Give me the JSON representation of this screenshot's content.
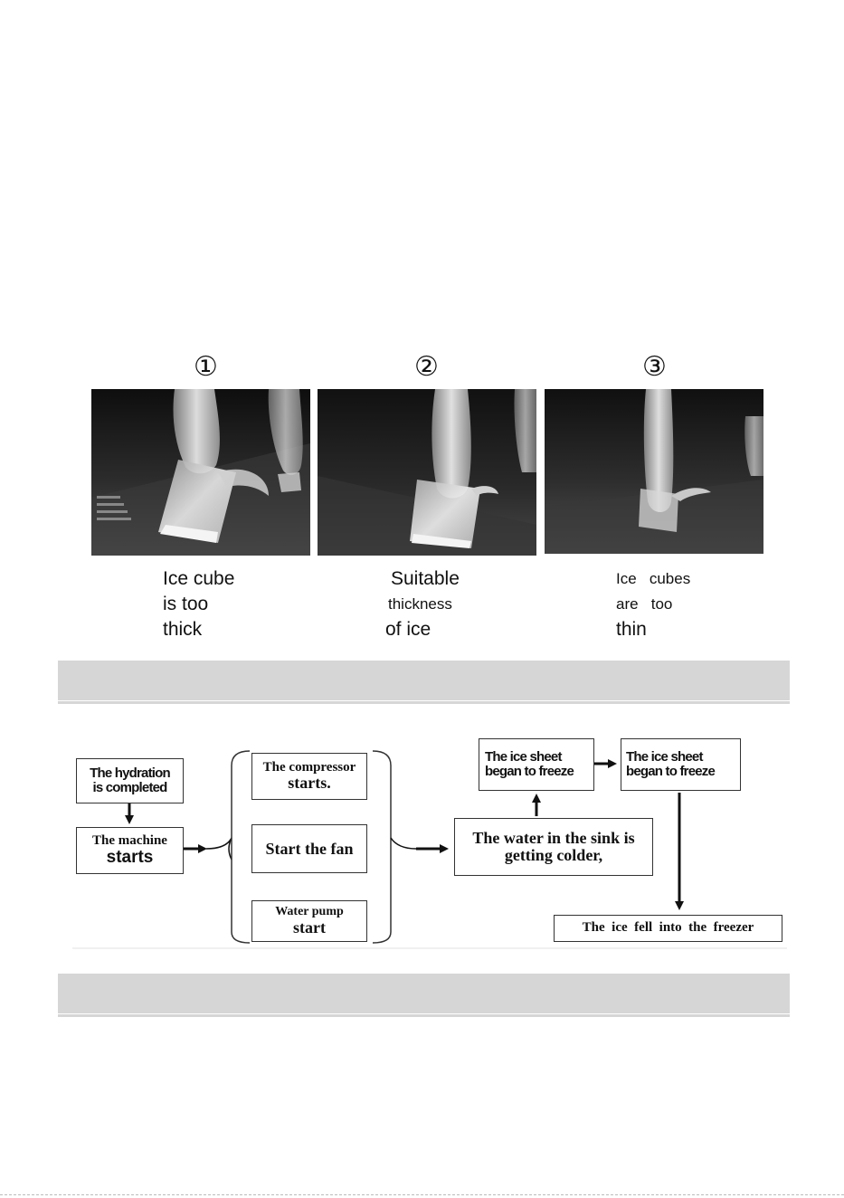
{
  "photos": [
    {
      "number": "①",
      "caption": [
        "Ice cube",
        "is too",
        "thick"
      ]
    },
    {
      "number": "②",
      "caption": [
        "Suitable",
        "thickness",
        "of ice"
      ]
    },
    {
      "number": "③",
      "caption": [
        "Ice   cubes",
        "are   too",
        "thin"
      ]
    }
  ],
  "flowchart": {
    "hydration": [
      "The hydration",
      "is completed"
    ],
    "machine": [
      "The machine",
      "starts"
    ],
    "compressor": [
      "The compressor",
      "starts."
    ],
    "fan": "Start the fan",
    "pump": [
      "Water pump",
      "start"
    ],
    "water": [
      "The water in the sink is",
      "getting colder,"
    ],
    "freeze_1": [
      "The ice sheet",
      "began to freeze"
    ],
    "freeze_2": [
      "The ice sheet",
      "began to freeze"
    ],
    "fell": "The  ice  fell  into  the  freezer"
  }
}
